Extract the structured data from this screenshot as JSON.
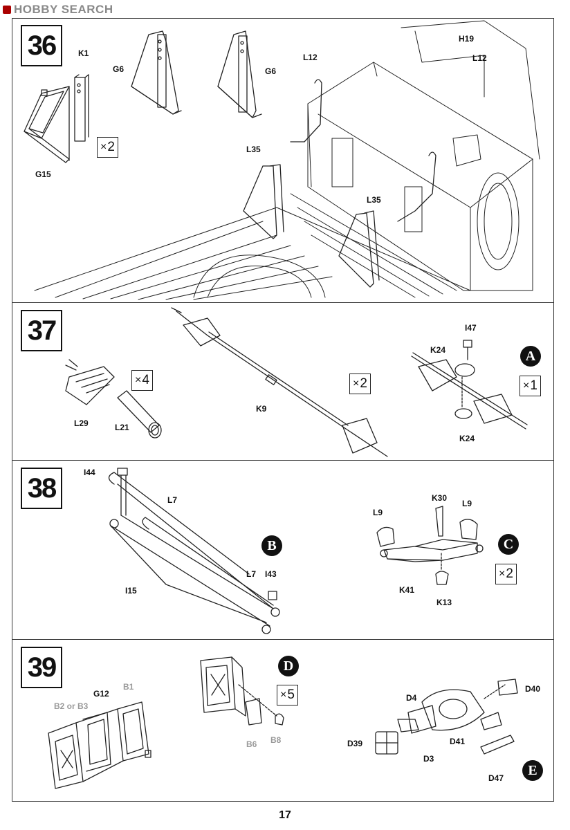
{
  "watermark": {
    "text": "HOBBY SEARCH"
  },
  "page_number": "17",
  "steps": [
    {
      "number": "36",
      "labels": {
        "k1": "K1",
        "g6a": "G6",
        "g6b": "G6",
        "g15": "G15",
        "l12a": "L12",
        "h19": "H19",
        "l12b": "L12",
        "l35a": "L35",
        "l35b": "L35"
      },
      "multipliers": {
        "g15": "2"
      }
    },
    {
      "number": "37",
      "labels": {
        "l29": "L29",
        "l21": "L21",
        "k9": "K9",
        "i47": "I47",
        "k24a": "K24",
        "k24b": "K24"
      },
      "multipliers": {
        "l29": "4",
        "k9": "2",
        "a": "1"
      },
      "callouts": {
        "a": "A"
      }
    },
    {
      "number": "38",
      "labels": {
        "i44": "I44",
        "l7a": "L7",
        "i15": "I15",
        "l7b": "L7",
        "i43": "I43",
        "k30": "K30",
        "l9a": "L9",
        "l9b": "L9",
        "k41": "K41",
        "k13": "K13"
      },
      "multipliers": {
        "c": "2"
      },
      "callouts": {
        "b": "B",
        "c": "C"
      }
    },
    {
      "number": "39",
      "labels": {
        "b1": "B1",
        "g12": "G12",
        "b2b3": "B2 or B3",
        "b6": "B6",
        "b8": "B8",
        "d4": "D4",
        "d40": "D40",
        "d39": "D39",
        "d3": "D3",
        "d41": "D41",
        "d47": "D47"
      },
      "multipliers": {
        "d": "5"
      },
      "callouts": {
        "d": "D",
        "e": "E"
      }
    }
  ]
}
